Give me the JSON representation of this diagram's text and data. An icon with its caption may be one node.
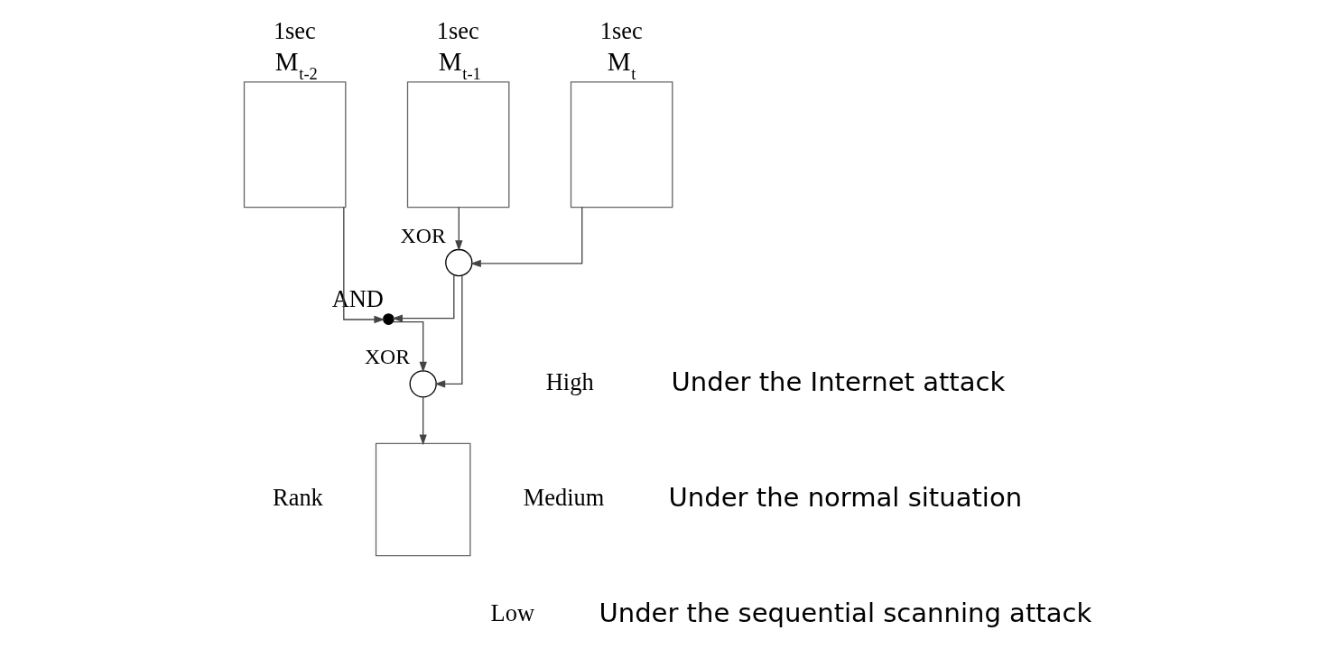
{
  "diagram": {
    "nodes": [
      {
        "text": [
          "M$_{t-2}$"
        ],
        "beside": [
          "1sec"
        ]
      },
      {
        "text": [
          "M$_{t-1}$"
        ],
        "beside": [
          "1sec"
        ]
      },
      {
        "text": [
          "M$_{t}$"
        ],
        "beside": [
          "1sec"
        ]
      },
      {
        "text": [
          "XOR"
        ]
      },
      {
        "text": [
          "AND"
        ]
      },
      {
        "text": [
          "XOR"
        ]
      },
      {
        "text": [],
        "shape": "box"
      }
    ],
    "edges": [
      {
        "from": 1,
        "to": 3,
        "arrow": "to"
      },
      {
        "from": 2,
        "to": 3,
        "arrow": "to"
      },
      {
        "from": 0,
        "to": 4,
        "arrow": "to"
      },
      {
        "from": 3,
        "to": 4,
        "arrow": "to"
      },
      {
        "from": 3,
        "to": 5,
        "arrow": "to"
      },
      {
        "from": 4,
        "to": 5,
        "arrow": "to"
      },
      {
        "from": 5,
        "to": 6,
        "arrow": "to"
      }
    ],
    "labels": [
      "Rank",
      "High",
      "Under the Internet attack",
      "Medium",
      "Under the normal situation",
      "Low",
      "Under the sequential scanning attack"
    ]
  }
}
